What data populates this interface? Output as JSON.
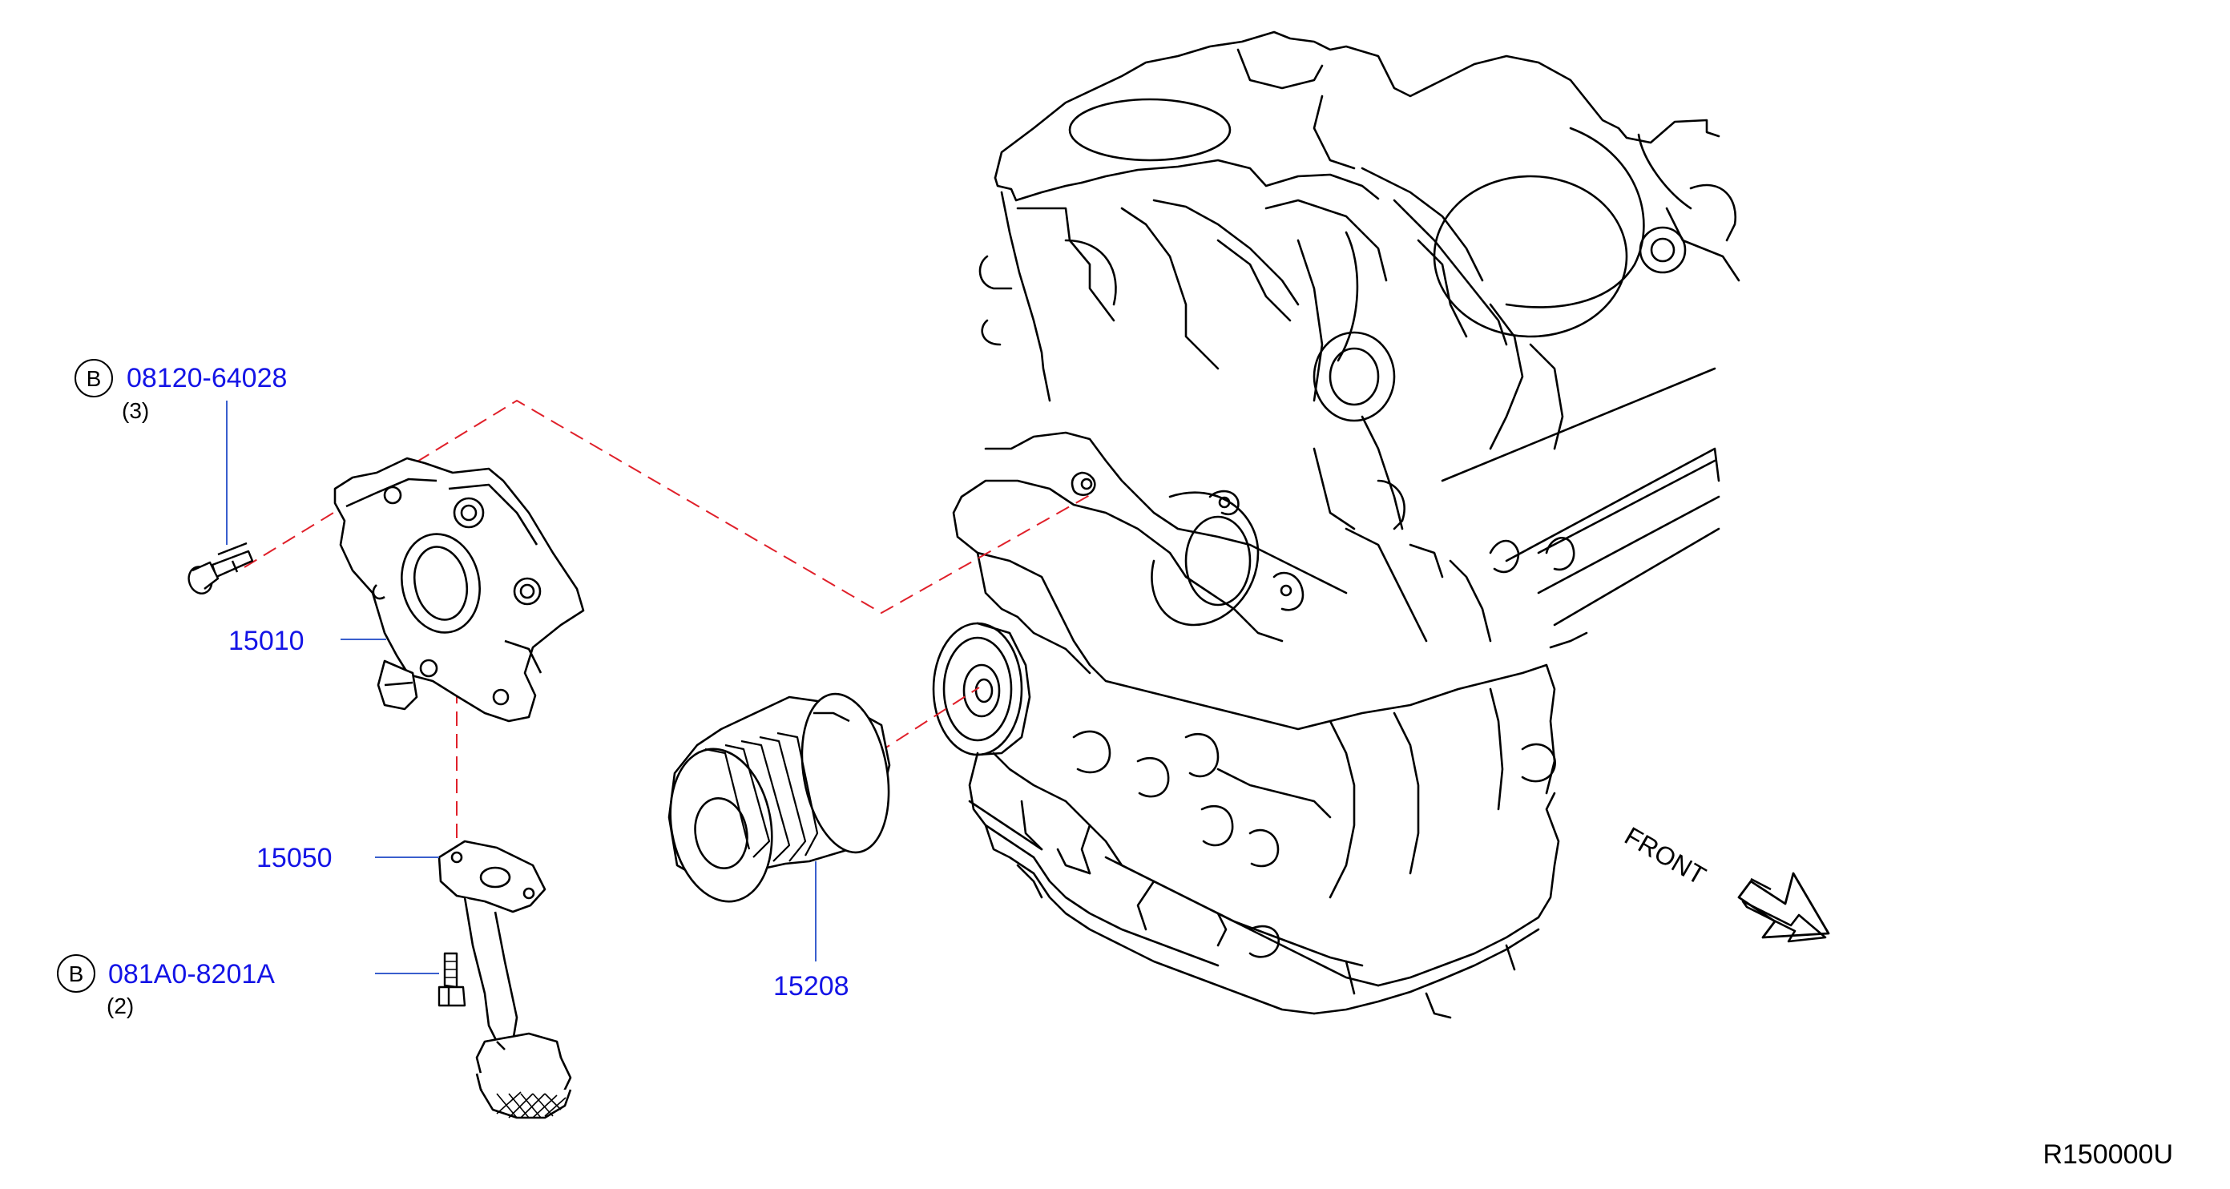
{
  "callouts": [
    {
      "id": "bolt_upper",
      "part_number": "08120-64028",
      "symbol": "B",
      "quantity": "(3)"
    },
    {
      "id": "oil_pump",
      "part_number": "15010"
    },
    {
      "id": "strainer",
      "part_number": "15050"
    },
    {
      "id": "bolt_lower",
      "part_number": "081A0-8201A",
      "symbol": "B",
      "quantity": "(2)"
    },
    {
      "id": "oil_filter",
      "part_number": "15208"
    }
  ],
  "direction_label": "FRONT",
  "diagram_code": "R150000U",
  "colors": {
    "part_number": "#1414e6",
    "leader_line": "#3a5fcd",
    "dashed_line": "#e0202a",
    "drawing": "#000000"
  }
}
